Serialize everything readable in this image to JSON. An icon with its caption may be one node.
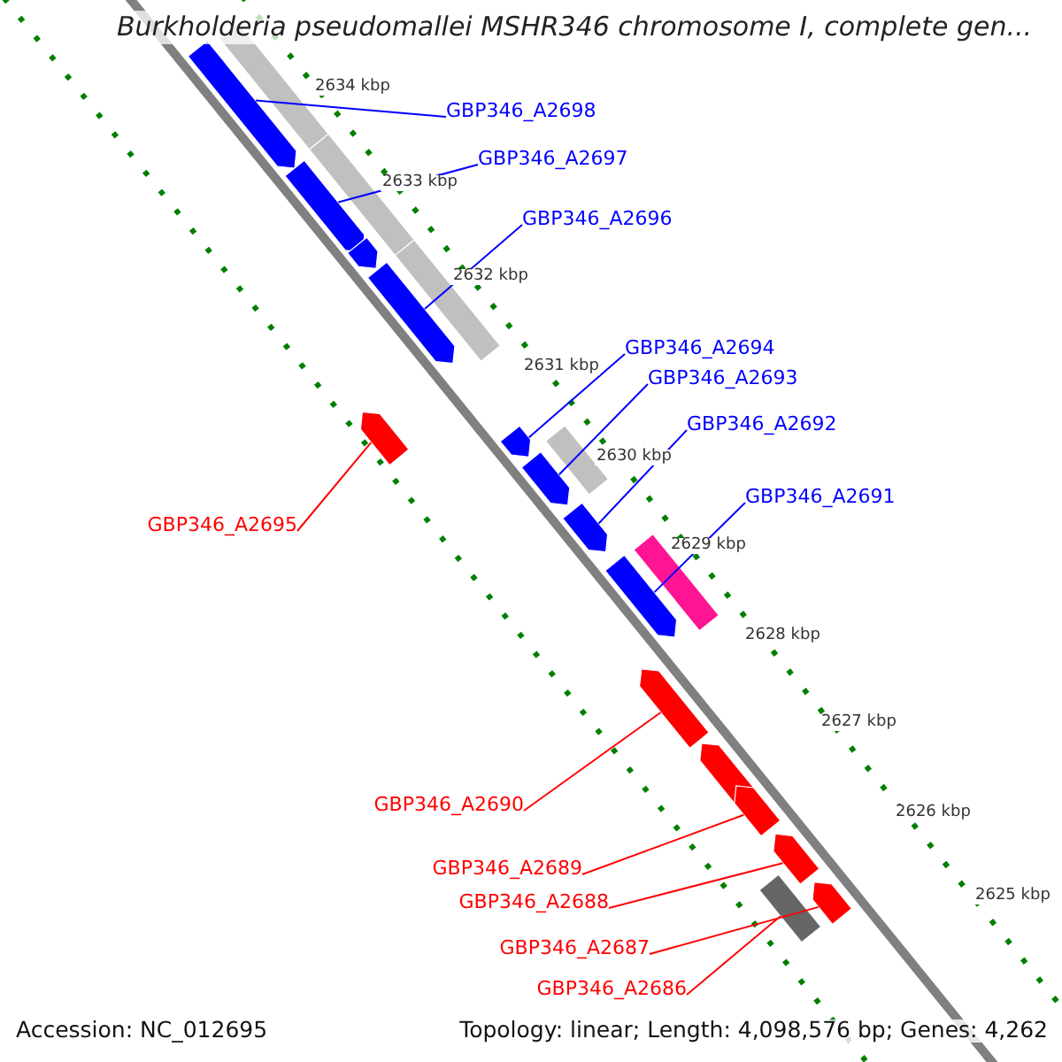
{
  "diagram": {
    "title": "Burkholderia pseudomallei MSHR346 chromosome I, complete gen...",
    "nodes": [
      {
        "text": [
          "GBP346_A2698"
        ]
      },
      {
        "text": [
          "GBP346_A2697"
        ]
      },
      {
        "text": [
          "GBP346_A2696"
        ]
      },
      {
        "text": [
          "GBP346_A2694"
        ]
      },
      {
        "text": [
          "GBP346_A2693"
        ]
      },
      {
        "text": [
          "GBP346_A2692"
        ]
      },
      {
        "text": [
          "GBP346_A2691"
        ]
      },
      {
        "text": [
          "GBP346_A2695"
        ]
      },
      {
        "text": [
          "GBP346_A2690"
        ]
      },
      {
        "text": [
          "GBP346_A2689"
        ]
      },
      {
        "text": [
          "GBP346_A2688"
        ]
      },
      {
        "text": [
          "GBP346_A2687"
        ]
      },
      {
        "text": [
          "GBP346_A2686"
        ]
      },
      {
        "text": [],
        "shape": "bar"
      },
      {
        "text": [],
        "shape": "bar"
      },
      {
        "text": [],
        "shape": "bar"
      },
      {
        "text": [],
        "shape": "bar"
      },
      {
        "text": [],
        "shape": "bar"
      },
      {
        "text": [],
        "shape": "bar"
      },
      {
        "text": [],
        "shape": "bar"
      },
      {
        "text": [],
        "shape": "bar"
      },
      {
        "text": [],
        "shape": "bar"
      },
      {
        "text": [],
        "shape": "bar"
      },
      {
        "text": [],
        "shape": "bar"
      },
      {
        "text": [],
        "shape": "bar"
      },
      {
        "text": [],
        "shape": "bar"
      },
      {
        "text": [],
        "shape": "bar"
      },
      {
        "text": [],
        "shape": "bar"
      },
      {
        "text": [],
        "shape": "bar"
      },
      {
        "text": [],
        "shape": "bar"
      },
      {
        "text": [],
        "shape": "bar"
      },
      {
        "text": [],
        "shape": "bar"
      },
      {
        "text": [],
        "shape": "bar"
      }
    ],
    "edges": [
      {
        "from": 0,
        "to": 13,
        "arrow": "none"
      },
      {
        "from": 1,
        "to": 15,
        "arrow": "none"
      },
      {
        "from": 2,
        "to": 18,
        "arrow": "none"
      },
      {
        "from": 3,
        "to": 21,
        "arrow": "none"
      },
      {
        "from": 4,
        "to": 22,
        "arrow": "none"
      },
      {
        "from": 5,
        "to": 24,
        "arrow": "none"
      },
      {
        "from": 6,
        "to": 25,
        "arrow": "none"
      },
      {
        "from": 7,
        "to": 20,
        "arrow": "none",
        "color": "#ff0000"
      },
      {
        "from": 8,
        "to": 27,
        "arrow": "none",
        "color": "#ff0000"
      },
      {
        "from": 9,
        "to": 29,
        "arrow": "none",
        "color": "#ff0000"
      },
      {
        "from": 10,
        "to": 30,
        "arrow": "none",
        "color": "#ff0000"
      },
      {
        "from": 11,
        "to": 31,
        "arrow": "none",
        "color": "#ff0000"
      },
      {
        "from": 12,
        "to": 32,
        "arrow": "none",
        "color": "#ff0000"
      }
    ],
    "labels": [
      "2634 kbp",
      "2633 kbp",
      "2632 kbp",
      "2631 kbp",
      "2630 kbp",
      "2629 kbp",
      "2628 kbp",
      "2627 kbp",
      "2626 kbp",
      "2625 kbp",
      "Accession: NC_012695",
      "Topology: linear; Length: 4,098,576 bp; Genes: 4,262"
    ]
  }
}
